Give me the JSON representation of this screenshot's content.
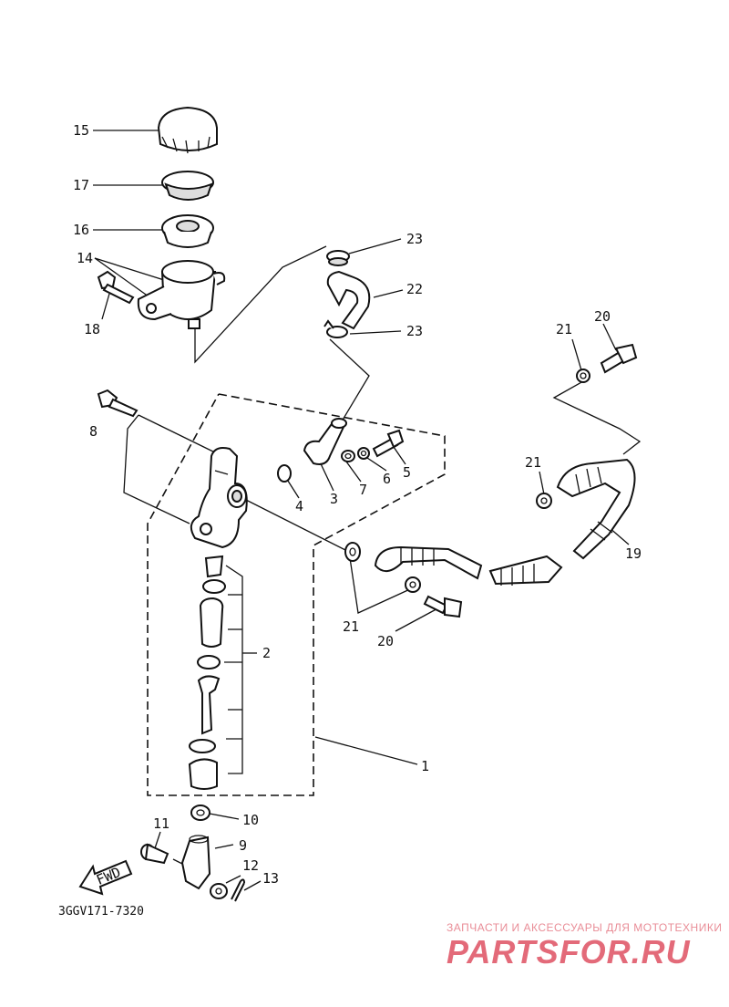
{
  "diagram_code": "3GGV171-7320",
  "fwd_label": "FWD",
  "watermark": {
    "tagline": "ЗАПЧАСТИ И АКСЕССУАРЫ ДЛЯ МОТОТЕХНИКИ",
    "logo": "PARTSFOR.RU",
    "color": "#e36a79"
  },
  "callouts": {
    "c15": "15",
    "c17": "17",
    "c16": "16",
    "c14": "14",
    "c18": "18",
    "c23a": "23",
    "c22": "22",
    "c23b": "23",
    "c21a": "21",
    "c20a": "20",
    "c8": "8",
    "c21b": "21",
    "c19": "19",
    "c4": "4",
    "c3": "3",
    "c7": "7",
    "c6": "6",
    "c5": "5",
    "c21c": "21",
    "c20b": "20",
    "c2": "2",
    "c1": "1",
    "c10": "10",
    "c11": "11",
    "c9": "9",
    "c12": "12",
    "c13": "13"
  }
}
